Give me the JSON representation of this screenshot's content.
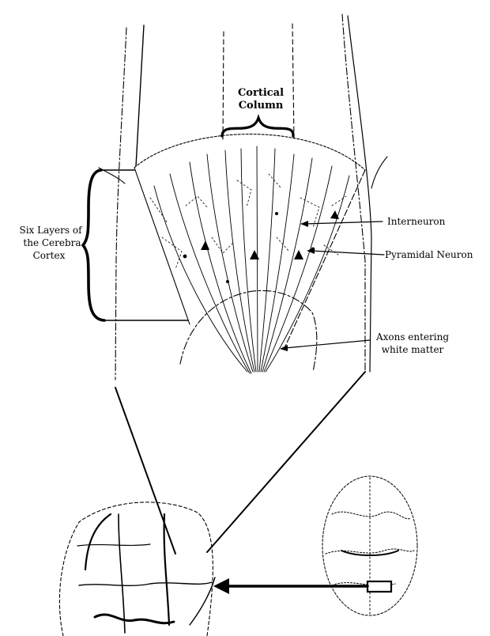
{
  "labels": {
    "cortical_column_line1": "Cortical",
    "cortical_column_line2": "Column",
    "six_layers_line1": "Six Layers of",
    "six_layers_line2": "the Cerebra",
    "six_layers_line3": "Cortex",
    "interneuron": "Interneuron",
    "pyramidal_neuron": "Pyramidal Neuron",
    "axons_line1": "Axons entering",
    "axons_line2": "white matter"
  },
  "colors": {
    "ink": "#000000",
    "background": "#ffffff"
  }
}
